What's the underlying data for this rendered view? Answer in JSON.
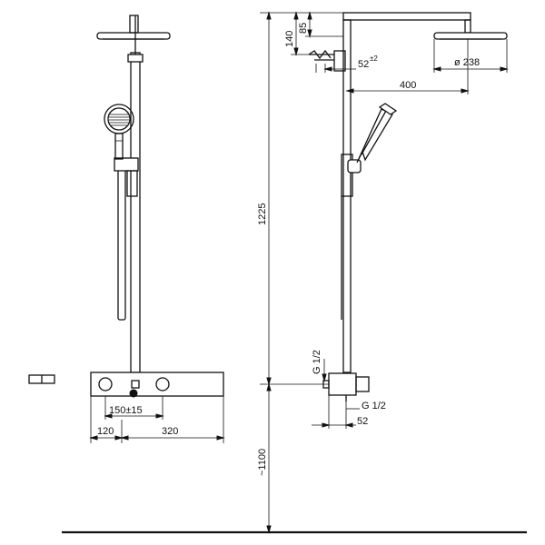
{
  "dimensions": {
    "h140": "140",
    "h85": "85",
    "offset52_base": "52",
    "offset52_tol": "±2",
    "head_dia": "ø 238",
    "arm_400": "400",
    "height_1225": "1225",
    "inlet_g12_vert": "G 1/2",
    "floor_1100": "~1100",
    "centers_150": "150±15",
    "dim_120": "120",
    "dim_320": "320",
    "inlet_g12_horiz": "G 1/2",
    "depth_52": "52"
  }
}
